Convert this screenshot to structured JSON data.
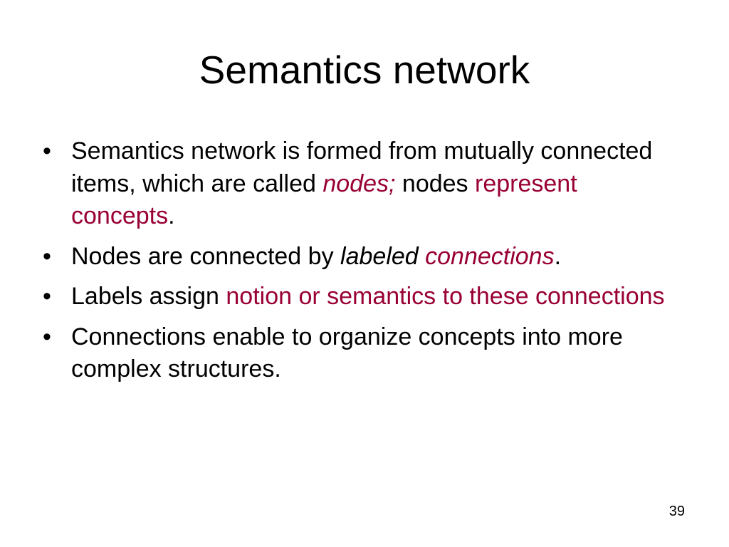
{
  "slide": {
    "title": "Semantics network",
    "bullet_symbol": "•",
    "accent_color": "#990033",
    "bullets": [
      {
        "segments": [
          {
            "text": "Semantics network is formed from mutually connected items, which are called ",
            "accent": false,
            "italic": false
          },
          {
            "text": "nodes;",
            "accent": true,
            "italic": true
          },
          {
            "text": " nodes ",
            "accent": false,
            "italic": false
          },
          {
            "text": "represent concepts",
            "accent": true,
            "italic": false
          },
          {
            "text": ".",
            "accent": false,
            "italic": false
          }
        ]
      },
      {
        "segments": [
          {
            "text": "Nodes are connected by ",
            "accent": false,
            "italic": false
          },
          {
            "text": "labeled",
            "accent": false,
            "italic": true
          },
          {
            "text": " ",
            "accent": false,
            "italic": false
          },
          {
            "text": "connections",
            "accent": true,
            "italic": true
          },
          {
            "text": ".",
            "accent": false,
            "italic": false
          }
        ]
      },
      {
        "segments": [
          {
            "text": "Labels assign ",
            "accent": false,
            "italic": false
          },
          {
            "text": "notion or semantics to these connections",
            "accent": true,
            "italic": false
          }
        ]
      },
      {
        "segments": [
          {
            "text": "Connections enable to organize concepts into more complex structures.",
            "accent": false,
            "italic": false
          }
        ]
      }
    ],
    "page_number": "39"
  }
}
